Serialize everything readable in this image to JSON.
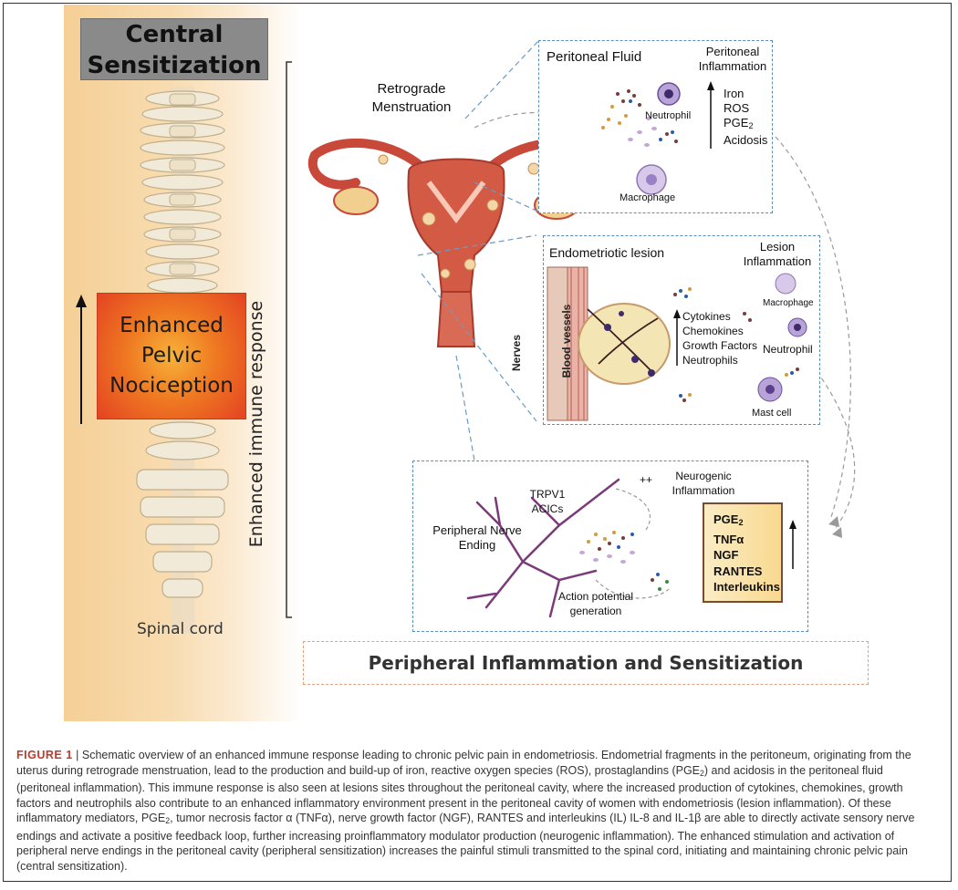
{
  "figure": {
    "central_title_line1": "Central",
    "central_title_line2": "Sensitization",
    "enhanced_line1": "Enhanced",
    "enhanced_line2": "Pelvic",
    "enhanced_line3": "Nociception",
    "spinal_cord": "Spinal cord",
    "immune_response": "Enhanced immune response",
    "retrograde_line1": "Retrograde",
    "retrograde_line2": "Menstruation",
    "peritoneal_fluid": {
      "title": "Peritoneal Fluid",
      "inflammation_line1": "Peritoneal",
      "inflammation_line2": "Inflammation",
      "neutrophil": "Neutrophil",
      "macrophage": "Macrophage",
      "list": [
        "Iron",
        "ROS",
        "PGE",
        "Acidosis"
      ],
      "pge_sub": "2"
    },
    "lesion": {
      "title": "Endometriotic lesion",
      "inflammation_line1": "Lesion",
      "inflammation_line2": "Inflammation",
      "blood_vessels": "Blood vessels",
      "nerves": "Nerves",
      "list": [
        "Cytokines",
        "Chemokines",
        "Growth Factors",
        "Neutrophils"
      ],
      "macrophage": "Macrophage",
      "neutrophil": "Neutrophil",
      "mast_cell": "Mast cell"
    },
    "nerve": {
      "trpv1": "TRPV1",
      "acics": "ACICs",
      "plusplus": "++",
      "neurogenic_line1": "Neurogenic",
      "neurogenic_line2": "Inflammation",
      "ending_line1": "Peripheral Nerve",
      "ending_line2": "Ending",
      "action_line1": "Action potential",
      "action_line2": "generation",
      "mediators": [
        "PGE",
        "TNFα",
        "NGF",
        "RANTES",
        "Interleukins"
      ],
      "pge_sub": "2"
    },
    "peripheral_title": "Peripheral Inflammation and Sensitization"
  },
  "caption": {
    "label": "FIGURE 1",
    "separator": " | ",
    "p1": "Schematic overview of an enhanced immune response leading to chronic pelvic pain in endometriosis. Endometrial fragments in the peritoneum, originating from the uterus during retrograde menstruation, lead to the production and build-up of iron, reactive oxygen species (ROS), prostaglandins (PGE",
    "s1": "2",
    "p2": ") and acidosis in the peritoneal fluid (peritoneal inflammation). This immune response is also seen at lesions sites throughout the peritoneal cavity, where the increased production of cytokines, chemokines, growth factors and neutrophils also contribute to an enhanced inflammatory environment present in the peritoneal cavity of women with endometriosis (lesion inflammation). Of these inflammatory mediators, PGE",
    "s2": "2",
    "p3": ", tumor necrosis factor α (TNFα), nerve growth factor (NGF), RANTES and interleukins (IL) IL-8 and IL-1β are able to directly activate sensory nerve endings and activate a positive feedback loop, further increasing proinflammatory modulator production (neurogenic inflammation). The enhanced stimulation and activation of peripheral nerve endings in the peritoneal cavity (peripheral sensitization) increases the painful stimuli transmitted to the spinal cord, initiating and maintaining chronic pelvic pain (central sensitization)."
  },
  "colors": {
    "panel_border": "#5b8ebd",
    "uterus": "#c8493a",
    "nerve": "#7b3b7a",
    "enhanced_box": "#e44322",
    "caption_label": "#c0392b"
  }
}
